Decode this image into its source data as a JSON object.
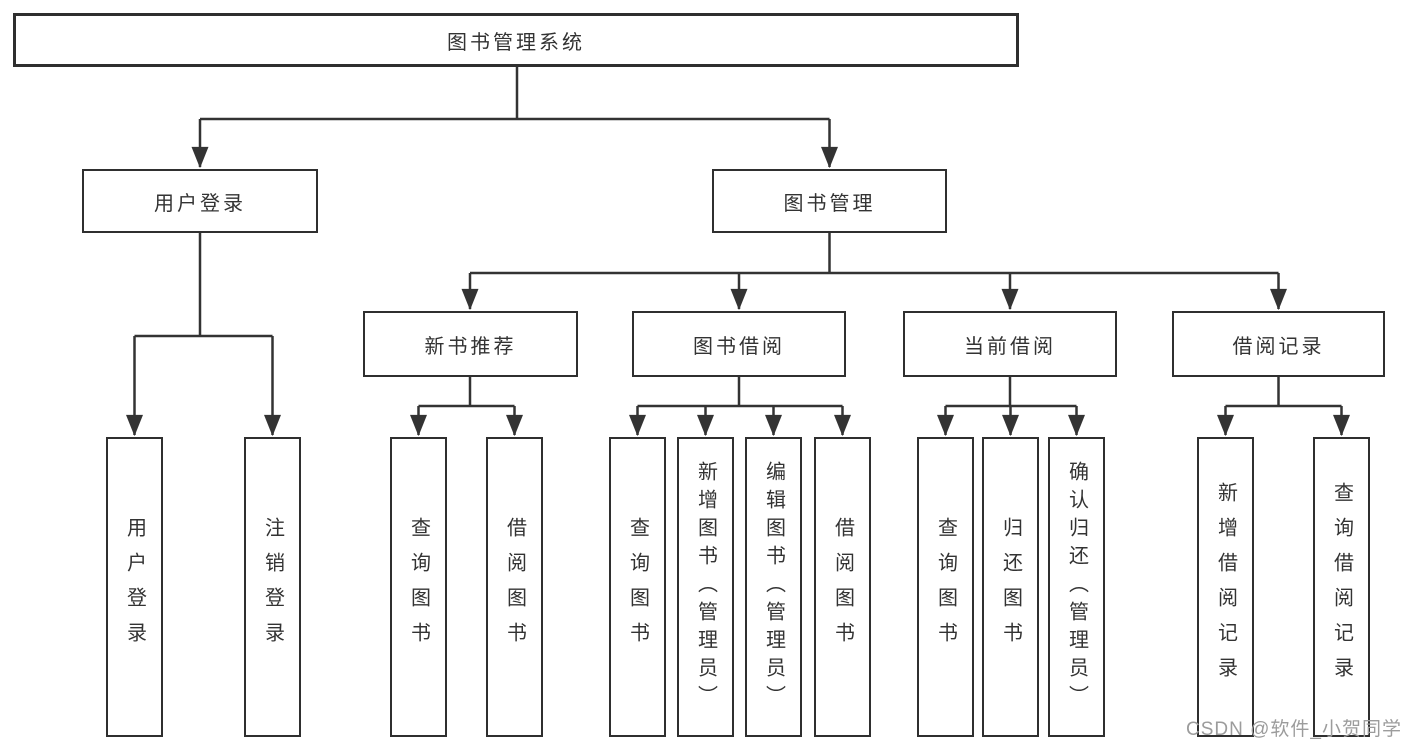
{
  "diagram": {
    "root": {
      "label": "图书管理系统"
    },
    "branches": {
      "user_login": {
        "label": "用户登录",
        "children": [
          {
            "label": "用户登录"
          },
          {
            "label": "注销登录"
          }
        ]
      },
      "book_management": {
        "label": "图书管理",
        "sections": [
          {
            "label": "新书推荐",
            "children": [
              {
                "label": "查询图书"
              },
              {
                "label": "借阅图书"
              }
            ]
          },
          {
            "label": "图书借阅",
            "children": [
              {
                "label": "查询图书"
              },
              {
                "label": "新增图书（管理员）"
              },
              {
                "label": "编辑图书（管理员）"
              },
              {
                "label": "借阅图书"
              }
            ]
          },
          {
            "label": "当前借阅",
            "children": [
              {
                "label": "查询图书"
              },
              {
                "label": "归还图书"
              },
              {
                "label": "确认归还（管理员）"
              }
            ]
          },
          {
            "label": "借阅记录",
            "children": [
              {
                "label": "新增借阅记录"
              },
              {
                "label": "查询借阅记录"
              }
            ]
          }
        ]
      }
    }
  },
  "watermark": {
    "text": "CSDN @软件_小贺同学"
  },
  "colors": {
    "line": "#333333",
    "box_border": "#2f2f2f",
    "text": "#333333",
    "watermark": "#9c9c9c",
    "background": "#ffffff"
  }
}
